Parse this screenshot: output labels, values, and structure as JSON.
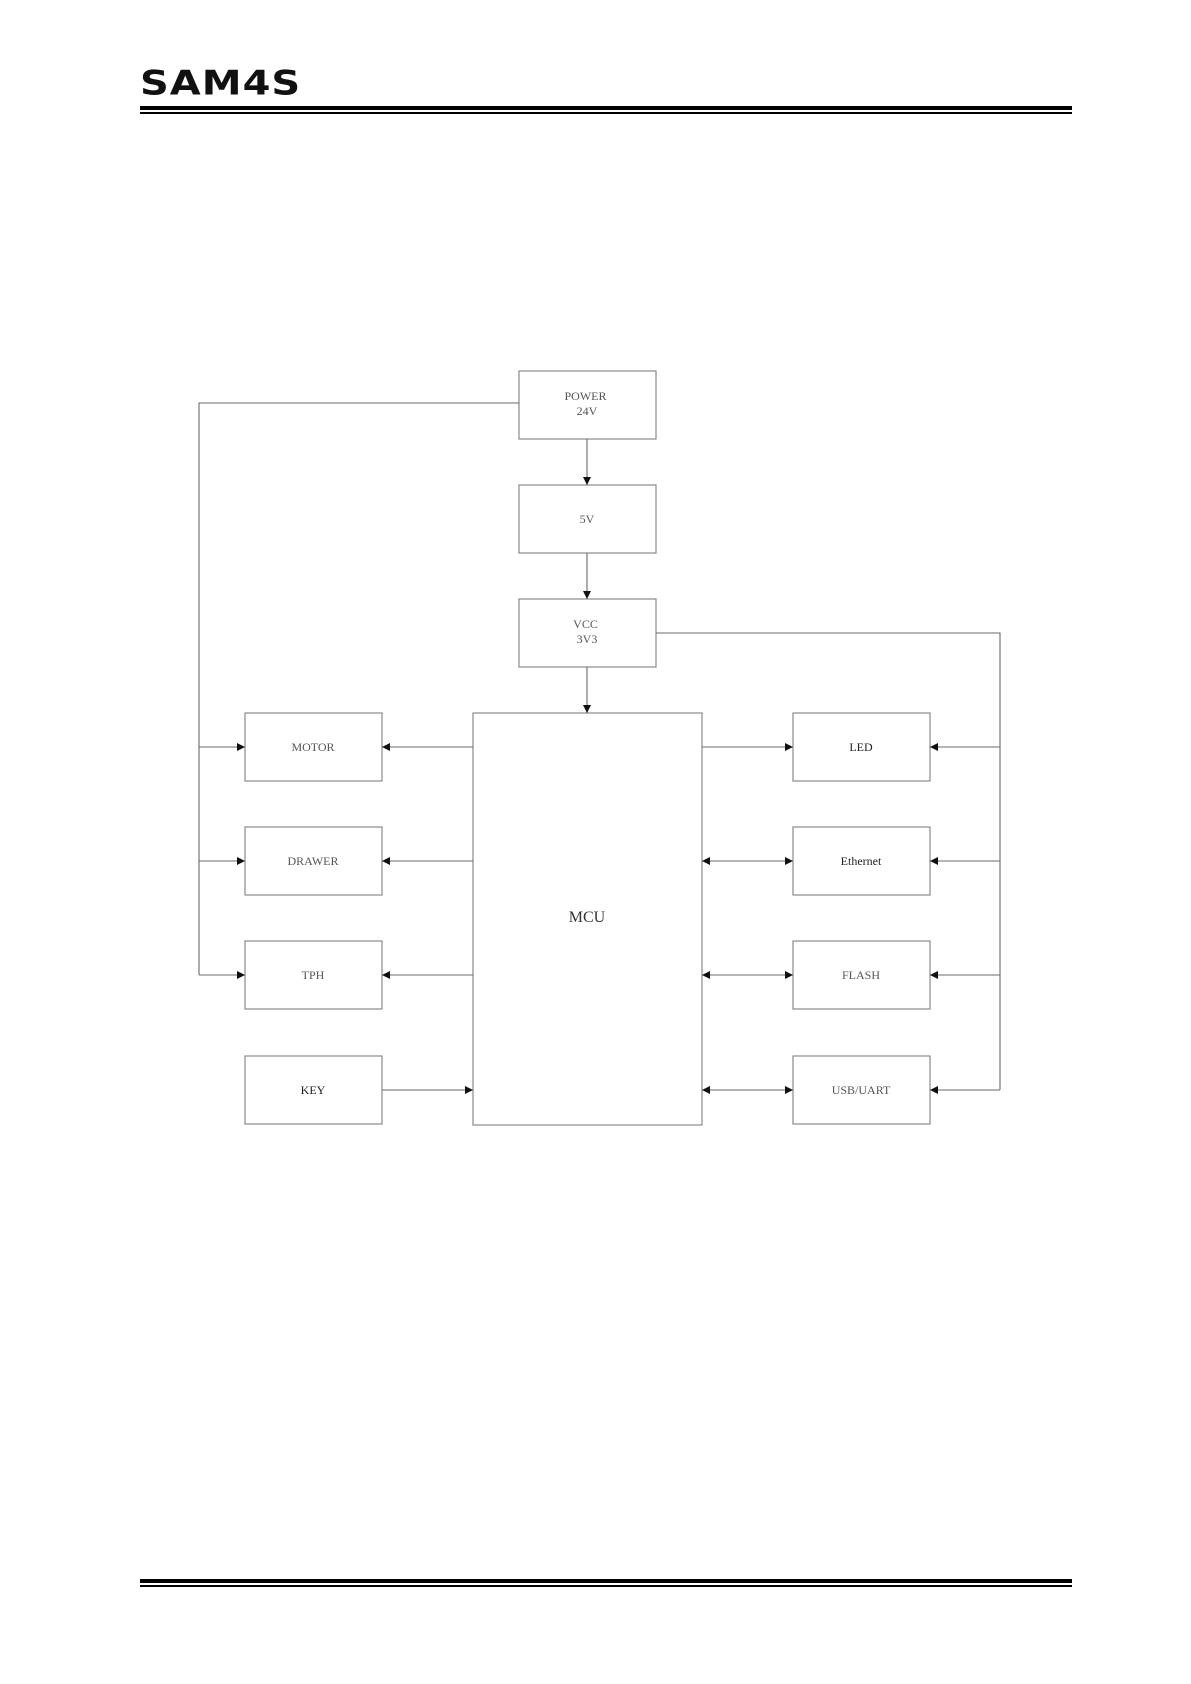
{
  "header": {
    "logo_text": "SAM4S"
  },
  "diagram": {
    "blocks": {
      "power": [
        "POWER",
        "24V"
      ],
      "v5": [
        "5V"
      ],
      "vcc": [
        "VCC",
        "3V3"
      ],
      "mcu": [
        "MCU"
      ],
      "motor": [
        "MOTOR"
      ],
      "drawer": [
        "DRAWER"
      ],
      "tph": [
        "TPH"
      ],
      "key": [
        "KEY"
      ],
      "led": [
        "LED"
      ],
      "ethernet": [
        "Ethernet"
      ],
      "flash": [
        "FLASH"
      ],
      "usb": [
        "USB/UART"
      ]
    }
  }
}
